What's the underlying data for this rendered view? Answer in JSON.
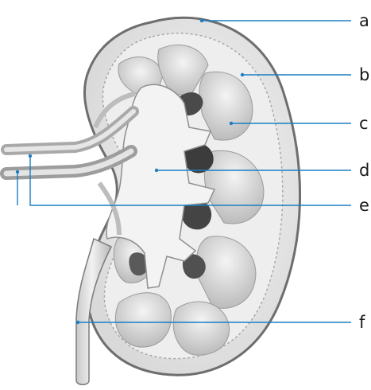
{
  "diagram": {
    "colors": {
      "leader": "#1b7ec2",
      "outline": "#6e6e6e",
      "cortex": "#ececec",
      "medulla": "#d7d7d7",
      "pelvis": "#f2f2f2",
      "pyramid_dark": "#4a4a4a",
      "ureter": "#dcdcdc",
      "vessel": "#b9b9b9"
    },
    "labels": [
      "a",
      "b",
      "c",
      "d",
      "e",
      "f"
    ]
  }
}
